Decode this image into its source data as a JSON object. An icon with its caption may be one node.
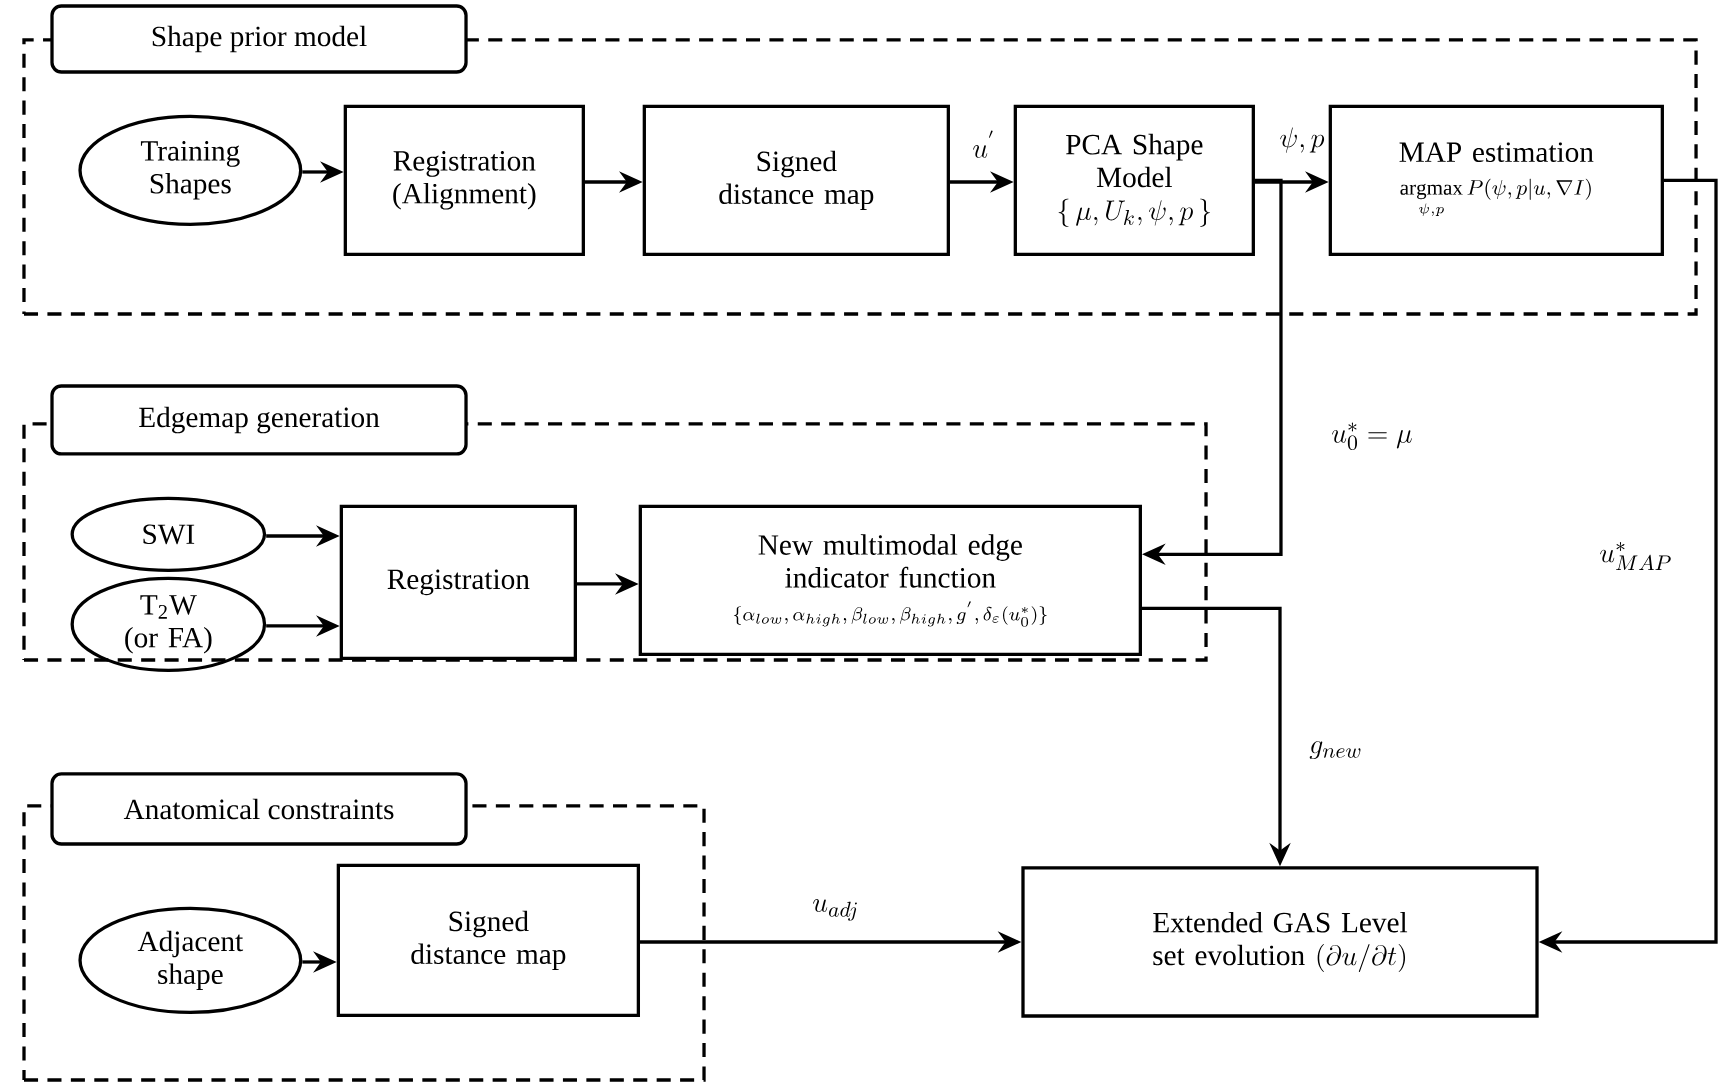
{
  "diagram": {
    "nodes": [
      {
        "text": [
          "Shape prior model"
        ]
      },
      {
        "text": [
          "Training Shapes"
        ],
        "in": 0
      },
      {
        "text": [
          "Registration (Alignment)"
        ],
        "in": 0
      },
      {
        "text": [
          "Signed distance map"
        ],
        "in": 0
      },
      {
        "text": [
          "PCA Shape Model",
          "\\{\\, \\mu, U_k, \\psi, p\\, \\}"
        ],
        "in": 0
      },
      {
        "text": [
          "MAP estimation",
          "\\mathop{\\mathrm{argmax}}\\limits_{\\psi,p} P(\\psi,p|u,\\nabla I)"
        ],
        "in": 0
      },
      {
        "text": [
          "Edgemap generation"
        ]
      },
      {
        "text": [
          "SWI"
        ],
        "in": 6
      },
      {
        "text": [
          "T$_{2}$W (or FA)"
        ],
        "in": 6
      },
      {
        "text": [
          "Registration"
        ],
        "in": 6
      },
      {
        "text": [
          "New multimodal edge indicator function",
          "\\{\\alpha_{low},\\alpha_{high},\\beta_{low},\\beta_{high},g^{'},\\delta_{\\varepsilon}(u_0^{*})\\}"
        ],
        "in": 6
      },
      {
        "text": [
          "Anatomical constraints"
        ]
      },
      {
        "text": [
          "Adjacent shape"
        ],
        "in": 11
      },
      {
        "text": [
          "Signed distance map"
        ],
        "in": 11
      },
      {
        "text": [
          "Extended GAS Level set evolution",
          "(\\partial u/\\partial t)"
        ]
      }
    ],
    "edges": [
      {
        "from": 1,
        "to": 2,
        "arrow": "to"
      },
      {
        "from": 2,
        "to": 3,
        "arrow": "to"
      },
      {
        "from": 3,
        "to": 4,
        "arrow": "to",
        "label": "u^{'}"
      },
      {
        "from": 4,
        "to": 5,
        "arrow": "to",
        "label": "\\psi, p"
      },
      {
        "from": 4,
        "to": 10,
        "arrow": "to",
        "label": "u_0^{*} = \\mu"
      },
      {
        "from": 5,
        "to": 14,
        "arrow": "to",
        "label": "u_{MAP}^{*}"
      },
      {
        "from": 7,
        "to": 9,
        "arrow": "to"
      },
      {
        "from": 8,
        "to": 9,
        "arrow": "to"
      },
      {
        "from": 9,
        "to": 10,
        "arrow": "to"
      },
      {
        "from": 10,
        "to": 14,
        "arrow": "to",
        "label": "g_{new}"
      },
      {
        "from": 12,
        "to": 13,
        "arrow": "to"
      },
      {
        "from": 13,
        "to": 14,
        "arrow": "to",
        "label": "u_{adj}"
      }
    ]
  }
}
